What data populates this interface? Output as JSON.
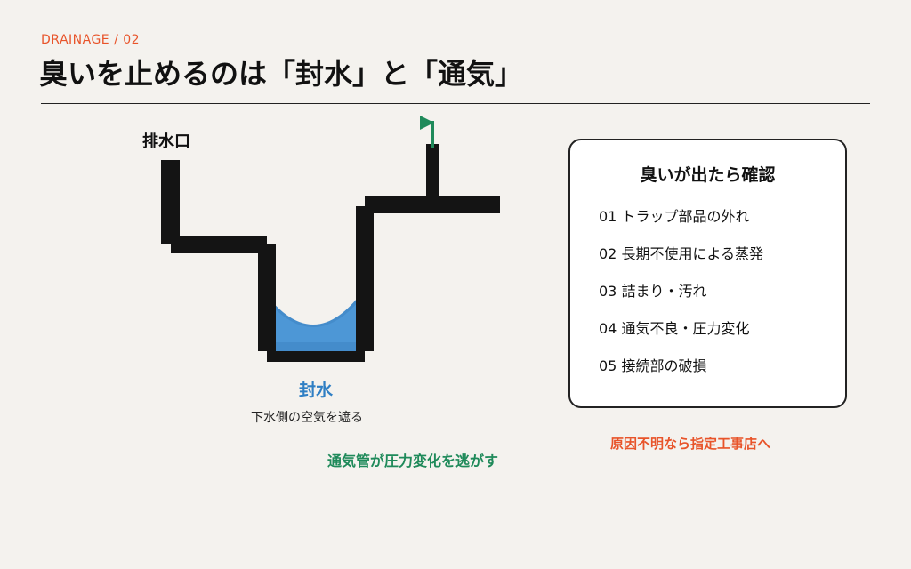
{
  "header": {
    "kicker": "DRAINAGE / 02",
    "title": "臭いを止めるのは「封水」と「通気」"
  },
  "diagram": {
    "drain_label": "排水口",
    "seal_label": "封水",
    "seal_caption": "下水側の空気を遮る",
    "vent_note": "通気管が圧力変化を逃がす",
    "colors": {
      "pipe": "#141414",
      "water": "#3a86c8",
      "vent_flag": "#1f8a5a"
    }
  },
  "checklist": {
    "title": "臭いが出たら確認",
    "items": [
      "01 トラップ部品の外れ",
      "02 長期不使用による蒸発",
      "03 詰まり・汚れ",
      "04 通気不良・圧力変化",
      "05 接続部の破損"
    ]
  },
  "cta": "原因不明なら指定工事店へ",
  "colors": {
    "accent_orange": "#e8542a",
    "accent_green": "#1f8a5a",
    "accent_blue": "#2f7fc4",
    "background": "#f4f2ee"
  }
}
